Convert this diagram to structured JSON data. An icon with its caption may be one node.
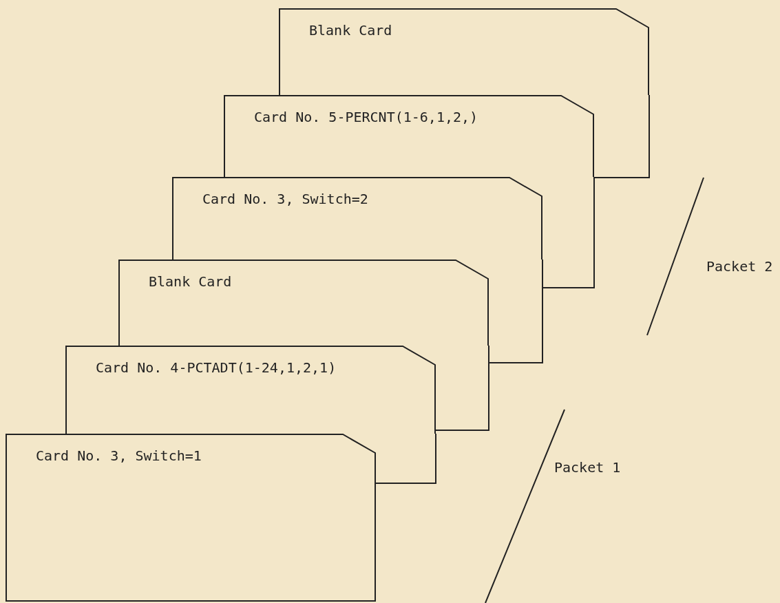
{
  "diagram": {
    "nodes": [
      {
        "text": [
          "Blank Card"
        ]
      },
      {
        "text": [
          "Card No. 5-PERCNT(1-6,1,2,)"
        ]
      },
      {
        "text": [
          "Card No. 3, Switch=2"
        ]
      },
      {
        "text": [
          "Blank Card"
        ]
      },
      {
        "text": [
          "Card No. 4-PCTADT(1-24,1,2,1)"
        ]
      },
      {
        "text": [
          "Card No. 3, Switch=1"
        ]
      }
    ],
    "edges": [],
    "labels": [
      "Packet 2",
      "Packet 1"
    ]
  }
}
